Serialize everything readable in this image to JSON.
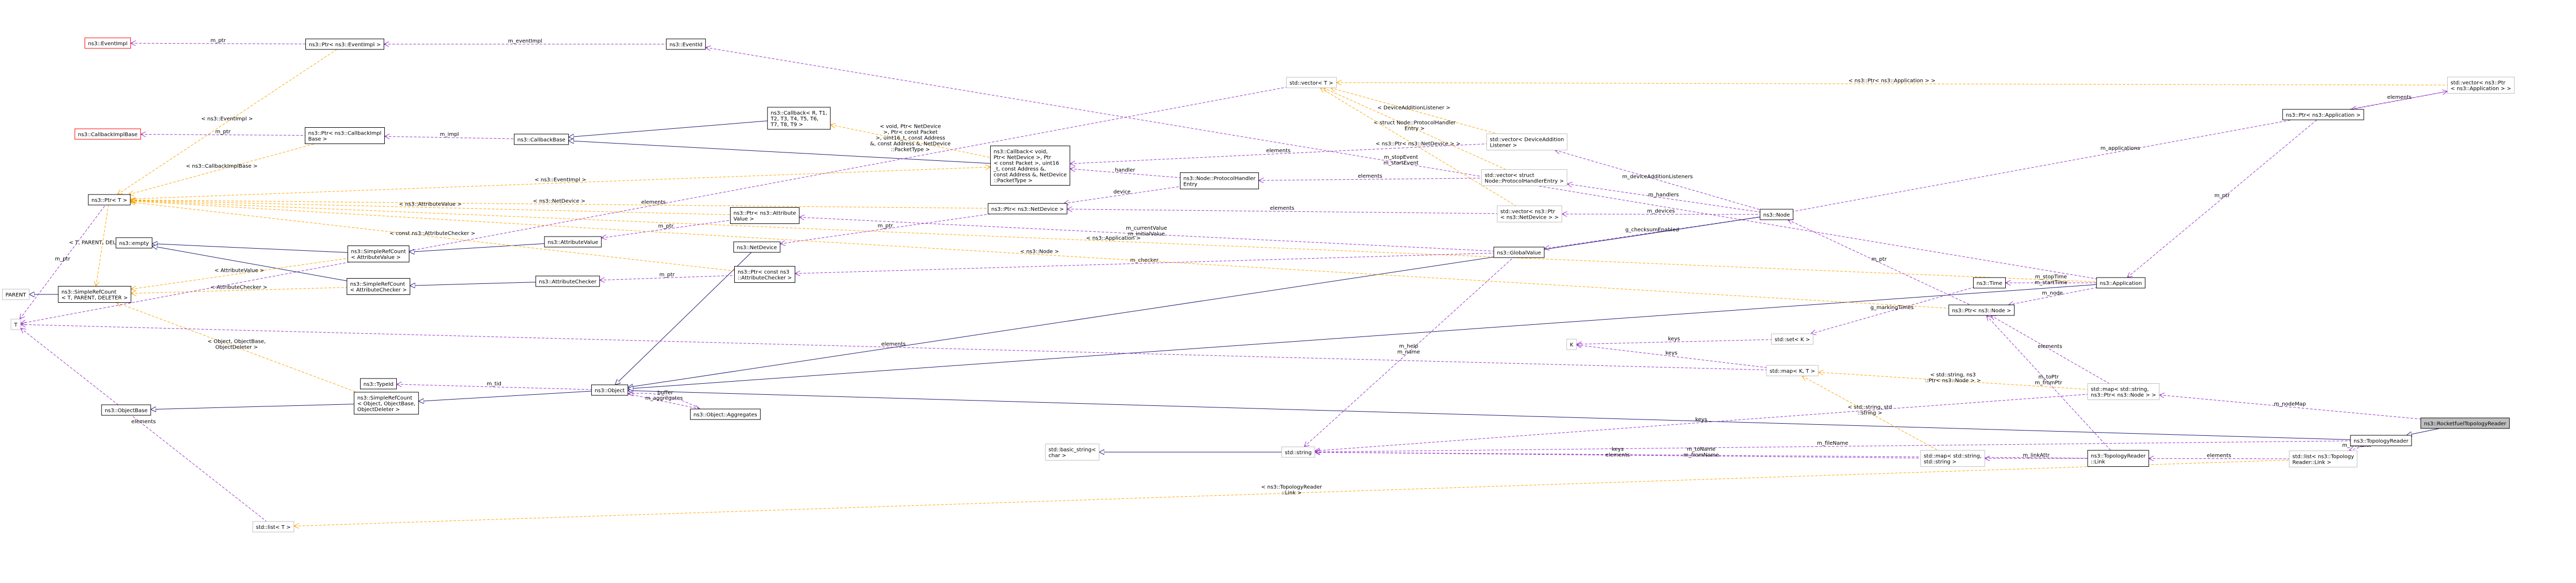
{
  "diagram_title": "",
  "colors": {
    "inheritance": "#191970",
    "usage": "#9a32cd",
    "template": "#ffa500",
    "box_default": "#000000",
    "box_undocumented": "#bfbfbf",
    "box_missing": "#ff0000",
    "box_focus_fill": "#bfbfbf"
  },
  "nodes": [
    {
      "id": "rocketfuel",
      "lines": [
        "ns3::RocketfuelTopologyReader"
      ],
      "style": "focus"
    },
    {
      "id": "topologyreader",
      "lines": [
        "ns3::TopologyReader"
      ],
      "style": "normal"
    },
    {
      "id": "object",
      "lines": [
        "ns3::Object"
      ],
      "style": "normal"
    },
    {
      "id": "simplerefcount_object",
      "lines": [
        "ns3::SimpleRefCount",
        "< Object, ObjectBase,",
        " ObjectDeleter >"
      ],
      "style": "normal"
    },
    {
      "id": "objectbase",
      "lines": [
        "ns3::ObjectBase"
      ],
      "style": "normal"
    },
    {
      "id": "typeid",
      "lines": [
        "ns3::TypeId"
      ],
      "style": "normal"
    },
    {
      "id": "aggregates",
      "lines": [
        "ns3::Object::Aggregates"
      ],
      "style": "normal"
    },
    {
      "id": "ptr_t",
      "lines": [
        "ns3::Ptr< T >"
      ],
      "style": "normal"
    },
    {
      "id": "t",
      "lines": [
        "T"
      ],
      "style": "undocumented"
    },
    {
      "id": "parent",
      "lines": [
        "PARENT"
      ],
      "style": "undocumented"
    },
    {
      "id": "simplerefcount_t",
      "lines": [
        "ns3::SimpleRefCount",
        "< T, PARENT, DELETER >"
      ],
      "style": "normal"
    },
    {
      "id": "empty",
      "lines": [
        "ns3::empty"
      ],
      "style": "normal"
    },
    {
      "id": "eventimpl",
      "lines": [
        "ns3::EventImpl"
      ],
      "style": "missing"
    },
    {
      "id": "ptr_eventimpl",
      "lines": [
        "ns3::Ptr< ns3::EventImpl >"
      ],
      "style": "normal"
    },
    {
      "id": "eventid",
      "lines": [
        "ns3::EventId"
      ],
      "style": "normal"
    },
    {
      "id": "callbackimplbase",
      "lines": [
        "ns3::CallbackImplBase"
      ],
      "style": "missing"
    },
    {
      "id": "ptr_callbackimplbase",
      "lines": [
        "ns3::Ptr< ns3::CallbackImpl",
        "Base >"
      ],
      "style": "normal"
    },
    {
      "id": "callbackbase",
      "lines": [
        "ns3::CallbackBase"
      ],
      "style": "normal"
    },
    {
      "id": "callback_template",
      "lines": [
        "ns3::Callback< R, T1,",
        " T2, T3, T4, T5, T6,",
        " T7, T8, T9 >"
      ],
      "style": "normal"
    },
    {
      "id": "callback_instance",
      "lines": [
        "ns3::Callback< void,",
        " Ptr< NetDevice >, Ptr",
        "< const Packet >, uint16",
        "_t, const Address &,",
        " const Address &, NetDevice",
        "::PacketType >"
      ],
      "style": "normal"
    },
    {
      "id": "protocolhandlerentry",
      "lines": [
        "ns3::Node::ProtocolHandler",
        "Entry"
      ],
      "style": "normal"
    },
    {
      "id": "ptr_netdevice",
      "lines": [
        "ns3::Ptr< ns3::NetDevice >"
      ],
      "style": "normal"
    },
    {
      "id": "netdevice",
      "lines": [
        "ns3::NetDevice"
      ],
      "style": "normal"
    },
    {
      "id": "ptr_attributevalue",
      "lines": [
        "ns3::Ptr< ns3::Attribute",
        "Value >"
      ],
      "style": "normal"
    },
    {
      "id": "attributevalue",
      "lines": [
        "ns3::AttributeValue"
      ],
      "style": "normal"
    },
    {
      "id": "simplerefcount_av",
      "lines": [
        "ns3::SimpleRefCount",
        "< AttributeValue >"
      ],
      "style": "normal"
    },
    {
      "id": "simplerefcount_ac",
      "lines": [
        "ns3::SimpleRefCount",
        "< AttributeChecker >"
      ],
      "style": "normal"
    },
    {
      "id": "attributechecker",
      "lines": [
        "ns3::AttributeChecker"
      ],
      "style": "normal"
    },
    {
      "id": "ptr_const_attributechecker",
      "lines": [
        "ns3::Ptr< const ns3",
        "::AttributeChecker >"
      ],
      "style": "normal"
    },
    {
      "id": "globalvalue",
      "lines": [
        "ns3::GlobalValue"
      ],
      "style": "normal"
    },
    {
      "id": "node",
      "lines": [
        "ns3::Node"
      ],
      "style": "normal"
    },
    {
      "id": "vector_t",
      "lines": [
        "std::vector< T >"
      ],
      "style": "undocumented"
    },
    {
      "id": "vector_dal",
      "lines": [
        "std::vector< DeviceAddition",
        "Listener >"
      ],
      "style": "undocumented"
    },
    {
      "id": "vector_phe",
      "lines": [
        "std::vector< struct",
        " Node::ProtocolHandlerEntry >"
      ],
      "style": "undocumented"
    },
    {
      "id": "vector_ptr_netdevice",
      "lines": [
        "std::vector< ns3::Ptr",
        "< ns3::NetDevice > >"
      ],
      "style": "undocumented"
    },
    {
      "id": "vector_ptr_application",
      "lines": [
        "std::vector< ns3::Ptr",
        "< ns3::Application > >"
      ],
      "style": "undocumented"
    },
    {
      "id": "ptr_application",
      "lines": [
        "ns3::Ptr< ns3::Application >"
      ],
      "style": "normal"
    },
    {
      "id": "application",
      "lines": [
        "ns3::Application"
      ],
      "style": "normal"
    },
    {
      "id": "time",
      "lines": [
        "ns3::Time"
      ],
      "style": "normal"
    },
    {
      "id": "ptr_node",
      "lines": [
        "ns3::Ptr< ns3::Node >"
      ],
      "style": "normal"
    },
    {
      "id": "set_k",
      "lines": [
        "std::set< K >"
      ],
      "style": "undocumented"
    },
    {
      "id": "k",
      "lines": [
        "K"
      ],
      "style": "undocumented"
    },
    {
      "id": "map_kt",
      "lines": [
        "std::map< K, T >"
      ],
      "style": "undocumented"
    },
    {
      "id": "map_string_ptrnode",
      "lines": [
        "std::map< std::string,",
        " ns3::Ptr< ns3::Node > >"
      ],
      "style": "undocumented"
    },
    {
      "id": "string",
      "lines": [
        "std::string"
      ],
      "style": "undocumented"
    },
    {
      "id": "basic_string",
      "lines": [
        "std::basic_string<",
        " char >"
      ],
      "style": "undocumented"
    },
    {
      "id": "map_string_string",
      "lines": [
        "std::map< std::string,",
        " std::string >"
      ],
      "style": "undocumented"
    },
    {
      "id": "link",
      "lines": [
        "ns3::TopologyReader",
        "::Link"
      ],
      "style": "normal"
    },
    {
      "id": "list_link",
      "lines": [
        "std::list< ns3::Topology",
        "Reader::Link >"
      ],
      "style": "undocumented"
    },
    {
      "id": "list_t",
      "lines": [
        "std::list< T >"
      ],
      "style": "undocumented"
    }
  ],
  "edges": [
    {
      "from": "topologyreader",
      "to": "rocketfuel",
      "kind": "inheritance",
      "labels": []
    },
    {
      "from": "map_string_ptrnode",
      "to": "rocketfuel",
      "kind": "usage",
      "labels": [
        "m_nodeMap"
      ]
    },
    {
      "from": "object",
      "to": "topologyreader",
      "kind": "inheritance",
      "labels": []
    },
    {
      "from": "list_link",
      "to": "topologyreader",
      "kind": "usage",
      "labels": [
        "m_linksList"
      ]
    },
    {
      "from": "string",
      "to": "topologyreader",
      "kind": "usage",
      "labels": [
        "m_fileName"
      ]
    },
    {
      "from": "simplerefcount_object",
      "to": "object",
      "kind": "inheritance",
      "labels": []
    },
    {
      "from": "typeid",
      "to": "object",
      "kind": "usage",
      "labels": [
        "m_tid"
      ]
    },
    {
      "from": "aggregates",
      "to": "object",
      "kind": "usage",
      "labels": [
        "m_aggregates"
      ]
    },
    {
      "from": "object",
      "to": "aggregates",
      "kind": "usage",
      "labels": [
        "buffer"
      ]
    },
    {
      "from": "objectbase",
      "to": "simplerefcount_object",
      "kind": "inheritance",
      "labels": []
    },
    {
      "from": "simplerefcount_t",
      "to": "simplerefcount_object",
      "kind": "template",
      "labels": [
        "< Object, ObjectBase,",
        " ObjectDeleter >"
      ]
    },
    {
      "from": "parent",
      "to": "simplerefcount_t",
      "kind": "inheritance",
      "labels": []
    },
    {
      "from": "t",
      "to": "ptr_t",
      "kind": "usage",
      "labels": [
        "m_ptr"
      ]
    },
    {
      "from": "ptr_t",
      "to": "ptr_eventimpl",
      "kind": "template",
      "labels": [
        "< ns3::EventImpl >"
      ]
    },
    {
      "from": "eventimpl",
      "to": "ptr_eventimpl",
      "kind": "usage",
      "labels": [
        "m_ptr"
      ]
    },
    {
      "from": "ptr_eventimpl",
      "to": "eventid",
      "kind": "usage",
      "labels": [
        "m_eventImpl"
      ]
    },
    {
      "from": "eventid",
      "to": "application",
      "kind": "usage",
      "labels": [
        "m_stopEvent",
        "m_startEvent"
      ]
    },
    {
      "from": "ptr_t",
      "to": "application",
      "kind": "template",
      "labels": [
        "< ns3::Application >"
      ]
    },
    {
      "from": "callbackimplbase",
      "to": "ptr_callbackimplbase",
      "kind": "usage",
      "labels": [
        "m_ptr"
      ]
    },
    {
      "from": "ptr_t",
      "to": "ptr_callbackimplbase",
      "kind": "template",
      "labels": [
        "< ns3::CallbackImplBase >"
      ]
    },
    {
      "from": "ptr_callbackimplbase",
      "to": "callbackbase",
      "kind": "usage",
      "labels": [
        "m_impl"
      ]
    },
    {
      "from": "callbackbase",
      "to": "callback_template",
      "kind": "inheritance",
      "labels": []
    },
    {
      "from": "callbackbase",
      "to": "callback_instance",
      "kind": "inheritance",
      "labels": []
    },
    {
      "from": "callback_template",
      "to": "callback_instance",
      "kind": "template",
      "labels": [
        "< void, Ptr< NetDevice",
        " >, Ptr< const Packet",
        " >, uint16_t, const Address",
        " &, const Address &, NetDevice",
        "::PacketType >"
      ]
    },
    {
      "from": "callback_instance",
      "to": "protocolhandlerentry",
      "kind": "usage",
      "labels": [
        "handler"
      ]
    },
    {
      "from": "ptr_netdevice",
      "to": "protocolhandlerentry",
      "kind": "usage",
      "labels": [
        "device"
      ]
    },
    {
      "from": "ptr_t",
      "to": "ptr_netdevice",
      "kind": "template",
      "labels": [
        "< ns3::NetDevice >"
      ]
    },
    {
      "from": "netdevice",
      "to": "ptr_netdevice",
      "kind": "usage",
      "labels": [
        "m_ptr"
      ]
    },
    {
      "from": "object",
      "to": "netdevice",
      "kind": "inheritance",
      "labels": []
    },
    {
      "from": "ptr_t",
      "to": "ptr_attributevalue",
      "kind": "template",
      "labels": [
        "< ns3::AttributeValue >"
      ]
    },
    {
      "from": "attributevalue",
      "to": "ptr_attributevalue",
      "kind": "usage",
      "labels": [
        "m_ptr"
      ]
    },
    {
      "from": "simplerefcount_av",
      "to": "attributevalue",
      "kind": "inheritance",
      "labels": []
    },
    {
      "from": "empty",
      "to": "simplerefcount_av",
      "kind": "inheritance",
      "labels": []
    },
    {
      "from": "empty",
      "to": "simplerefcount_ac",
      "kind": "inheritance",
      "labels": []
    },
    {
      "from": "simplerefcount_t",
      "to": "simplerefcount_av",
      "kind": "template",
      "labels": [
        "< AttributeValue >"
      ]
    },
    {
      "from": "simplerefcount_t",
      "to": "simplerefcount_ac",
      "kind": "template",
      "labels": [
        "< AttributeChecker >"
      ]
    },
    {
      "from": "simplerefcount_ac",
      "to": "attributechecker",
      "kind": "inheritance",
      "labels": []
    },
    {
      "from": "attributechecker",
      "to": "ptr_const_attributechecker",
      "kind": "usage",
      "labels": [
        "m_ptr"
      ]
    },
    {
      "from": "ptr_t",
      "to": "ptr_const_attributechecker",
      "kind": "template",
      "labels": [
        "< const ns3::AttributeChecker >"
      ]
    },
    {
      "from": "ptr_attributevalue",
      "to": "globalvalue",
      "kind": "usage",
      "labels": [
        "m_currentValue",
        "m_initialValue"
      ]
    },
    {
      "from": "ptr_const_attributechecker",
      "to": "globalvalue",
      "kind": "usage",
      "labels": [
        "m_checker"
      ]
    },
    {
      "from": "globalvalue",
      "to": "node",
      "kind": "usage",
      "labels": [
        "g_checksumEnabled"
      ]
    },
    {
      "from": "string",
      "to": "globalvalue",
      "kind": "usage",
      "labels": [
        "m_help",
        "m_name"
      ]
    },
    {
      "from": "object",
      "to": "node",
      "kind": "inheritance",
      "labels": []
    },
    {
      "from": "vector_t",
      "to": "vector_dal",
      "kind": "template",
      "labels": [
        "< DeviceAdditionListener >"
      ]
    },
    {
      "from": "vector_t",
      "to": "vector_phe",
      "kind": "template",
      "labels": [
        "< struct Node::ProtocolHandler",
        "Entry >"
      ]
    },
    {
      "from": "vector_t",
      "to": "vector_ptr_netdevice",
      "kind": "template",
      "labels": [
        "< ns3::Ptr< ns3::NetDevice > >"
      ]
    },
    {
      "from": "vector_t",
      "to": "vector_ptr_application",
      "kind": "template",
      "labels": [
        "< ns3::Ptr< ns3::Application > >"
      ]
    },
    {
      "from": "t",
      "to": "vector_t",
      "kind": "usage",
      "labels": [
        "elements"
      ]
    },
    {
      "from": "callback_instance",
      "to": "vector_dal",
      "kind": "usage",
      "labels": [
        "elements"
      ]
    },
    {
      "from": "protocolhandlerentry",
      "to": "vector_phe",
      "kind": "usage",
      "labels": [
        "elements"
      ]
    },
    {
      "from": "ptr_netdevice",
      "to": "vector_ptr_netdevice",
      "kind": "usage",
      "labels": [
        "elements"
      ]
    },
    {
      "from": "vector_dal",
      "to": "node",
      "kind": "usage",
      "labels": [
        "m_deviceAdditionListeners"
      ]
    },
    {
      "from": "vector_phe",
      "to": "node",
      "kind": "usage",
      "labels": [
        "m_handlers"
      ]
    },
    {
      "from": "vector_ptr_netdevice",
      "to": "node",
      "kind": "usage",
      "labels": [
        "m_devices"
      ]
    },
    {
      "from": "vector_ptr_application",
      "to": "node",
      "kind": "usage",
      "labels": [
        "m_applications"
      ]
    },
    {
      "from": "ptr_application",
      "to": "vector_ptr_application",
      "kind": "usage",
      "labels": [
        "elements"
      ]
    },
    {
      "from": "application",
      "to": "ptr_application",
      "kind": "usage",
      "labels": [
        "m_ptr"
      ]
    },
    {
      "from": "object",
      "to": "application",
      "kind": "inheritance",
      "labels": []
    },
    {
      "from": "time",
      "to": "application",
      "kind": "usage",
      "labels": [
        "m_stopTime",
        "m_startTime"
      ]
    },
    {
      "from": "ptr_node",
      "to": "application",
      "kind": "usage",
      "labels": [
        "m_node"
      ]
    },
    {
      "from": "node",
      "to": "ptr_node",
      "kind": "usage",
      "labels": [
        "m_ptr"
      ]
    },
    {
      "from": "ptr_t",
      "to": "ptr_node",
      "kind": "template",
      "labels": [
        "< ns3::Node >"
      ]
    },
    {
      "from": "set_k",
      "to": "time",
      "kind": "usage",
      "labels": [
        "g_markingTimes"
      ]
    },
    {
      "from": "k",
      "to": "set_k",
      "kind": "usage",
      "labels": [
        "keys"
      ]
    },
    {
      "from": "k",
      "to": "map_kt",
      "kind": "usage",
      "labels": [
        "keys"
      ]
    },
    {
      "from": "t",
      "to": "map_kt",
      "kind": "usage",
      "labels": [
        "elements"
      ]
    },
    {
      "from": "map_kt",
      "to": "map_string_ptrnode",
      "kind": "template",
      "labels": [
        "< std::string, ns3",
        "::Ptr< ns3::Node > >"
      ]
    },
    {
      "from": "map_kt",
      "to": "map_string_string",
      "kind": "template",
      "labels": [
        "< std::string, std",
        "::string >"
      ]
    },
    {
      "from": "string",
      "to": "map_string_ptrnode",
      "kind": "usage",
      "labels": [
        "keys"
      ]
    },
    {
      "from": "ptr_node",
      "to": "map_string_ptrnode",
      "kind": "usage",
      "labels": [
        "elements"
      ]
    },
    {
      "from": "basic_string",
      "to": "string",
      "kind": "inheritance",
      "labels": []
    },
    {
      "from": "string",
      "to": "map_string_string",
      "kind": "usage",
      "labels": [
        "keys",
        "elements"
      ]
    },
    {
      "from": "map_string_string",
      "to": "link",
      "kind": "usage",
      "labels": [
        "m_linkAttr"
      ]
    },
    {
      "from": "string",
      "to": "link",
      "kind": "usage",
      "labels": [
        "m_toName",
        "m_fromName"
      ]
    },
    {
      "from": "ptr_node",
      "to": "link",
      "kind": "usage",
      "labels": [
        "m_toPtr",
        "m_fromPtr"
      ]
    },
    {
      "from": "link",
      "to": "list_link",
      "kind": "usage",
      "labels": [
        "elements"
      ]
    },
    {
      "from": "list_t",
      "to": "list_link",
      "kind": "template",
      "labels": [
        "< ns3::TopologyReader",
        "::Link >"
      ]
    },
    {
      "from": "t",
      "to": "list_t",
      "kind": "usage",
      "labels": [
        "elements"
      ]
    },
    {
      "from": "simplerefcount_t",
      "to": "ptr_t",
      "kind": "template",
      "labels": [
        "< T, PARENT, DELETER >"
      ]
    },
    {
      "from": "callback_instance",
      "to": "ptr_t",
      "kind": "template",
      "labels": [
        "< ns3::EventImpl >"
      ]
    }
  ]
}
